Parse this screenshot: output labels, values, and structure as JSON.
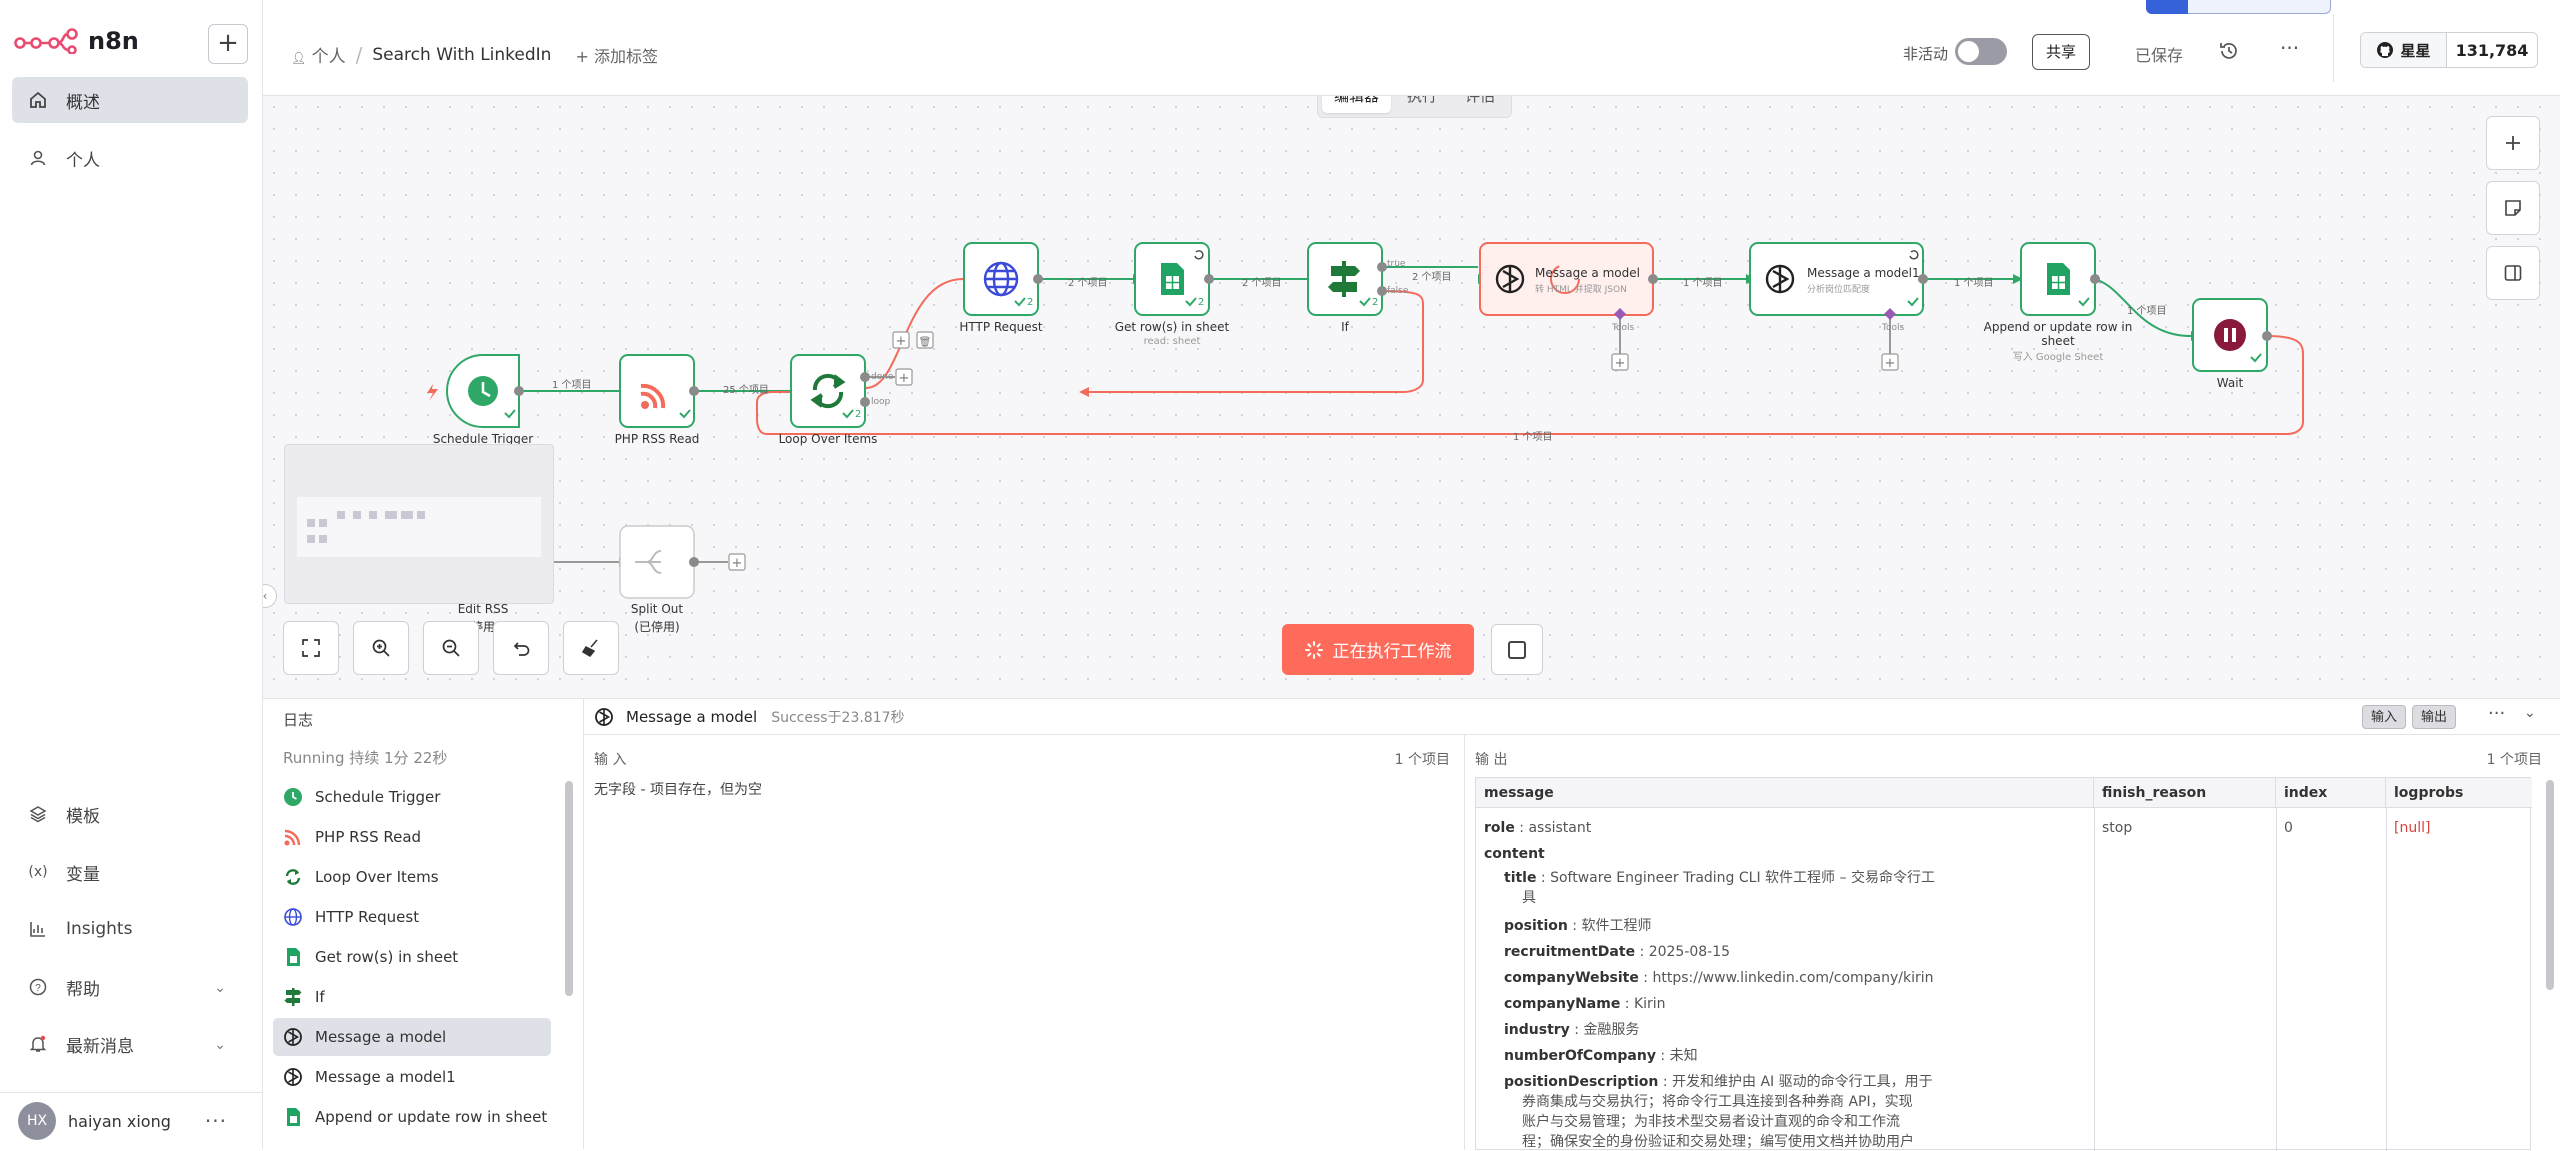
{
  "app": {
    "name": "n8n"
  },
  "sidebar": {
    "add_label": "+",
    "items": [
      {
        "label": "概述",
        "icon": "home-icon"
      },
      {
        "label": "个人",
        "icon": "user-icon"
      }
    ],
    "bottom_items": [
      {
        "label": "模板",
        "icon": "templates-icon"
      },
      {
        "label": "变量",
        "icon": "variables-icon"
      },
      {
        "label": "Insights",
        "icon": "insights-icon"
      },
      {
        "label": "帮助",
        "icon": "help-icon"
      },
      {
        "label": "最新消息",
        "icon": "bell-icon"
      }
    ],
    "user": {
      "initials": "HX",
      "name": "haiyan xiong"
    }
  },
  "header": {
    "breadcrumb_user": "个人",
    "breadcrumb_sep": "/",
    "workflow_title": "Search With LinkedIn",
    "add_tag": "+ 添加标签",
    "inactive_label": "非活动",
    "share_label": "共享",
    "saved_label": "已保存",
    "star_label": "星星",
    "star_count": "131,784"
  },
  "canvas": {
    "mode_tabs": [
      "编辑器",
      "执行",
      "评估"
    ],
    "execute_label": "正在执行工作流",
    "nodes": {
      "schedule": "Schedule Trigger",
      "rss": "PHP RSS Read",
      "loop": "Loop Over Items",
      "http": "HTTP Request",
      "getrows": "Get row(s) in sheet",
      "getrows_sub": "read: sheet",
      "if": "If",
      "msg1": "Message a model",
      "msg1_sub": "转 HTML 并提取 JSON",
      "msg2": "Message a model1",
      "msg2_sub": "分析岗位匹配度",
      "append": "Append or update row in sheet",
      "append_sub": "写入 Google Sheet",
      "wait": "Wait",
      "edit": "Edit RSS",
      "edit_sub": "停用",
      "split": "Split Out",
      "split_sub": "(已停用)"
    },
    "edge_labels": {
      "e1": "1 个项目",
      "e2": "25 个项目",
      "e3": "2 个项目",
      "e4": "2 个项目",
      "e5": "2 个项目",
      "e6": "1 个项目",
      "e7": "1 个项目",
      "e8": "1 个项目",
      "loop_back": "1 个项目",
      "done": "done",
      "loop": "loop",
      "true": "true",
      "false": "false",
      "tools": "Tools"
    }
  },
  "log": {
    "title": "日志",
    "running": "Running 持续 1分 22秒",
    "items": [
      {
        "label": "Schedule Trigger",
        "icon": "clock-icon"
      },
      {
        "label": "PHP RSS Read",
        "icon": "rss-icon"
      },
      {
        "label": "Loop Over Items",
        "icon": "loop-icon"
      },
      {
        "label": "HTTP Request",
        "icon": "globe-icon"
      },
      {
        "label": "Get row(s) in sheet",
        "icon": "sheet-icon"
      },
      {
        "label": "If",
        "icon": "if-icon"
      },
      {
        "label": "Message a model",
        "icon": "openai-icon"
      },
      {
        "label": "Message a model1",
        "icon": "openai-icon"
      },
      {
        "label": "Append or update row in sheet",
        "icon": "sheet-icon"
      }
    ]
  },
  "detail": {
    "node_name": "Message a model",
    "status": "Success于23.817秒",
    "input_btn": "输入",
    "output_btn": "输出",
    "input_label": "输 入",
    "input_count": "1 个项目",
    "input_empty": "无字段 - 项目存在，但为空",
    "output_label": "输 出",
    "output_count": "1 个项目",
    "columns": [
      "message",
      "finish_reason",
      "index",
      "logprobs"
    ],
    "row": {
      "finish_reason": "stop",
      "index": "0",
      "logprobs": "[null]"
    },
    "message": {
      "role_key": "role",
      "role_val": "assistant",
      "content_key": "content",
      "fields": [
        {
          "k": "title",
          "v": "Software Engineer Trading CLI 软件工程师 – 交易命令行工",
          "v2": "具"
        },
        {
          "k": "position",
          "v": "软件工程师"
        },
        {
          "k": "recruitmentDate",
          "v": "2025-08-15"
        },
        {
          "k": "companyWebsite",
          "v": "https://www.linkedin.com/company/kirin"
        },
        {
          "k": "companyName",
          "v": "Kirin"
        },
        {
          "k": "industry",
          "v": "金融服务"
        },
        {
          "k": "numberOfCompany",
          "v": "未知"
        },
        {
          "k": "positionDescription",
          "v": "开发和维护由 AI 驱动的命令行工具，用于",
          "v2": "券商集成与交易执行；将命令行工具连接到各种券商 API，实现",
          "v3": "账户与交易管理；为非技术型交易者设计直观的命令和工作流",
          "v4": "程；确保安全的身份验证和交易处理；编写使用文档并协助用户"
        }
      ]
    }
  }
}
